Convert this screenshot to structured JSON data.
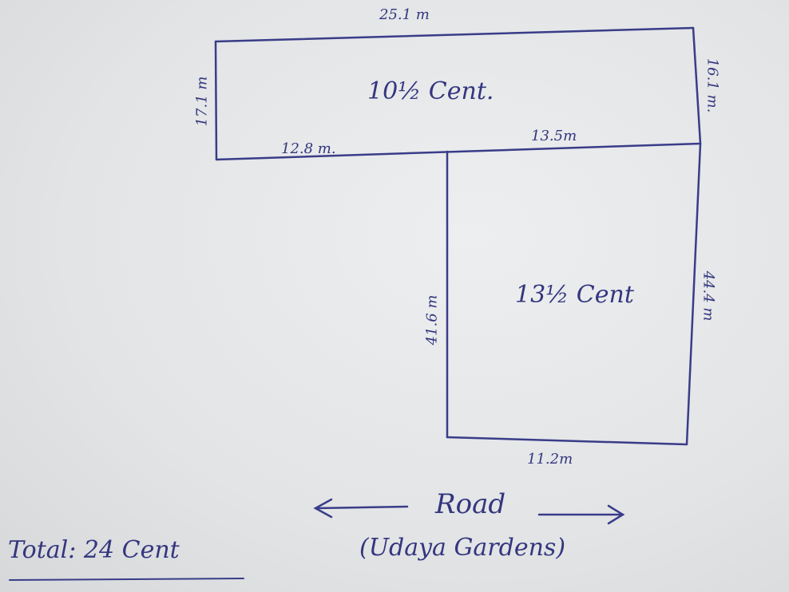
{
  "plot_top": {
    "area": "10½ Cent.",
    "top_width": "25.1 m",
    "left_height": "17.1 m",
    "right_height": "16.1 m.",
    "bottom_left": "12.8 m.",
    "bottom_right": "13.5m"
  },
  "plot_bottom": {
    "area": "13½ Cent",
    "left_length": "41.6 m",
    "right_length": "44.4 m",
    "bottom_width": "11.2m"
  },
  "road": {
    "label": "Road",
    "name": "(Udaya Gardens)"
  },
  "total": "Total: 24 Cent",
  "ink_color": "#34367e"
}
